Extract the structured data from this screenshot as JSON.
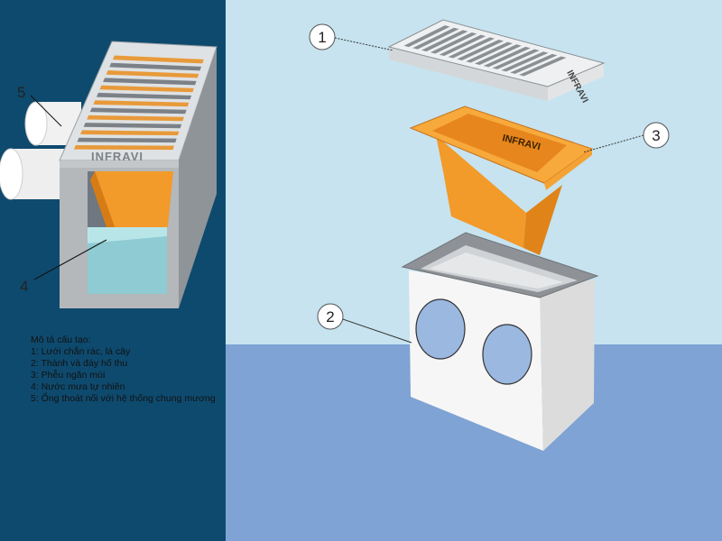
{
  "colors": {
    "left_panel": "#0e4a6e",
    "sky": "#c6e3ef",
    "floor": "#7ea3d4",
    "trap_orange": "#f29a2a",
    "concrete": "#f3f3f3",
    "grate": "#e9ebec"
  },
  "brand_left": "INFRAVI",
  "brand_trap": "INFRAVI",
  "brand_grate": "INFRAVI",
  "callouts": {
    "c1": "1",
    "c2": "2",
    "c3": "3",
    "c4": "4",
    "c5": "5"
  },
  "legend": {
    "title": "Mô tả cấu tạo:",
    "items": [
      "1: Lưới chắn rác, lá cây",
      "2: Thành và đáy hố thu",
      "3: Phễu ngăn mùi",
      "4: Nước mưa tự nhiên",
      "5: Ống thoát nối với hệ thống chung mương"
    ]
  }
}
